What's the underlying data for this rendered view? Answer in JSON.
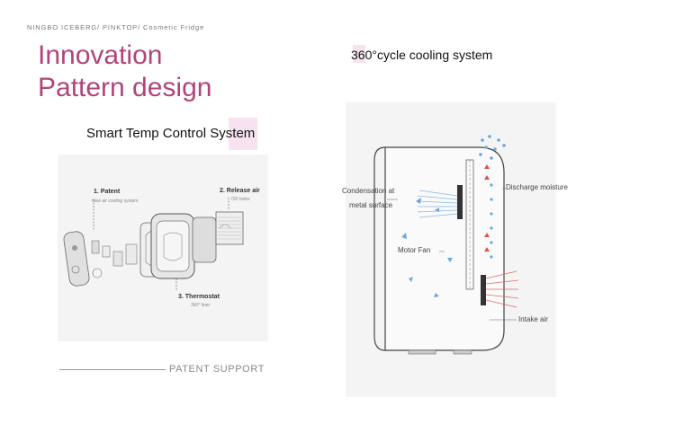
{
  "brand_line": "NINGBO ICEBERG/ PINKTOP/ Cosmetic Fridge",
  "headline": {
    "line1": "Innovation",
    "line2": "Pattern design"
  },
  "left_section": {
    "title": "Smart Temp Control System",
    "items": [
      {
        "label": "1. Patent",
        "sub": "New air cooling system"
      },
      {
        "label": "2. Release air",
        "sub": "720 holes"
      },
      {
        "label": "3. Thermostat",
        "sub": "360° liner"
      }
    ]
  },
  "right_section": {
    "title": "360°cycle cooling system",
    "labels": {
      "condensation_1": "Condensation at",
      "condensation_2": "metal surface",
      "discharge": "Discharge moisture",
      "motor_fan": "Motor Fan",
      "intake": "Intake air"
    }
  },
  "footer": {
    "text": "PATENT SUPPORT"
  },
  "colors": {
    "accent": "#b0457a",
    "highlight": "#f6e3ef",
    "arrow_blue": "#6aa6e0",
    "arrow_red": "#d9534f"
  }
}
